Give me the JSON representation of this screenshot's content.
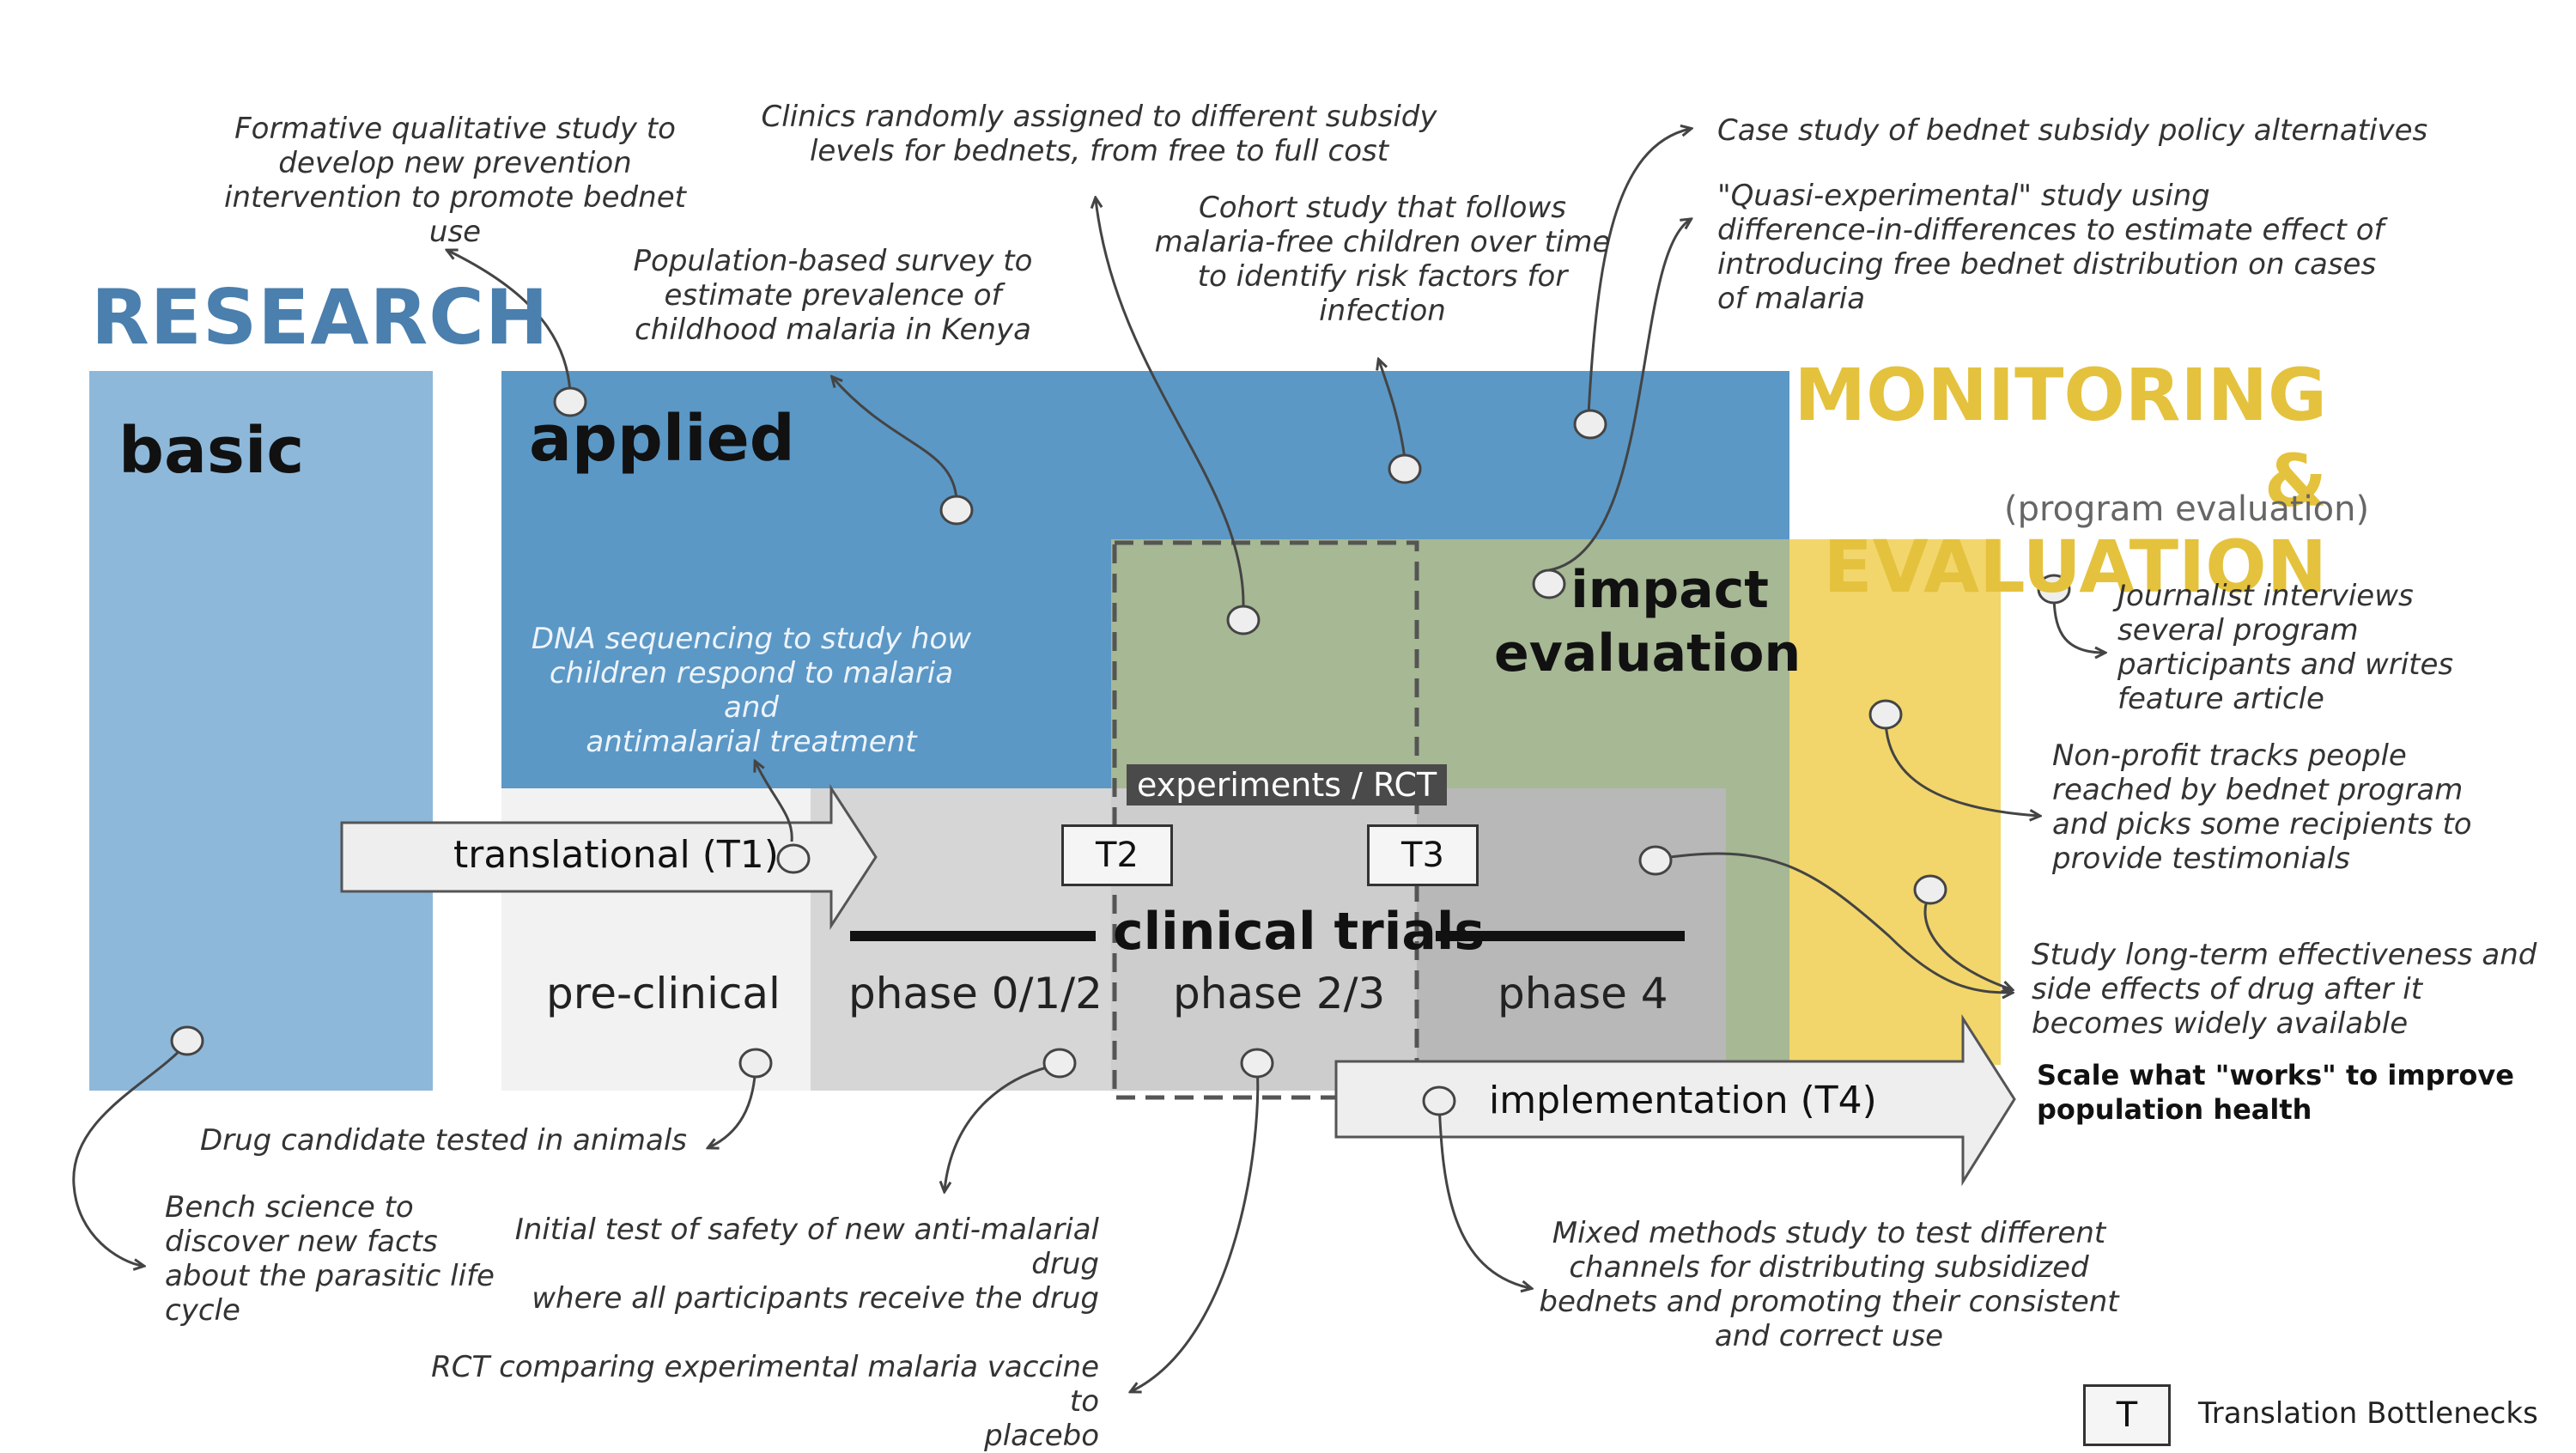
{
  "headings": {
    "research": "RESEARCH",
    "me_line1": "MONITORING",
    "me_line2": "& EVALUATION",
    "me_sub": "(program evaluation)"
  },
  "regions": {
    "basic": "basic",
    "applied": "applied",
    "impact_line1": "impact",
    "impact_line2": "evaluation",
    "clinical_trials": "clinical trials",
    "experiments": "experiments / RCT"
  },
  "phases": {
    "preclinical": "pre-clinical",
    "p012": "phase 0/1/2",
    "p23": "phase 2/3",
    "p4": "phase 4"
  },
  "arrows": {
    "t1": "translational (T1)",
    "t4": "implementation (T4)"
  },
  "bottlenecks": {
    "t2": "T2",
    "t3": "T3"
  },
  "notes": {
    "formative": [
      "Formative qualitative study to",
      "develop new prevention",
      "intervention to promote bednet use"
    ],
    "population": [
      "Population-based survey to",
      "estimate prevalence of",
      "childhood malaria in Kenya"
    ],
    "clinics": [
      "Clinics randomly assigned to different subsidy",
      "levels for bednets, from free to full cost"
    ],
    "cohort": [
      "Cohort study that follows",
      "malaria-free children over time",
      "to identify risk factors for",
      "infection"
    ],
    "case_study": [
      "Case study of bednet subsidy policy alternatives"
    ],
    "quasi": [
      "\"Quasi-experimental\" study using",
      "difference-in-differences to estimate effect of",
      "introducing free bednet distribution on cases",
      "of malaria"
    ],
    "dna": [
      "DNA sequencing to study how",
      "children respond to malaria and",
      "antimalarial treatment"
    ],
    "journalist": [
      "Journalist interviews",
      "several program",
      "participants and writes",
      "feature article"
    ],
    "nonprofit": [
      "Non-profit tracks people",
      "reached by bednet program",
      "and picks some recipients to",
      "provide testimonials"
    ],
    "longterm": [
      "Study long-term effectiveness and",
      "side effects of drug after it",
      "becomes widely available"
    ],
    "drug_candidate": [
      "Drug candidate tested in animals"
    ],
    "bench": [
      "Bench science to",
      "discover new facts",
      "about the parasitic life",
      "cycle"
    ],
    "initial_test": [
      "Initial test of safety of new anti-malarial drug",
      "where all participants receive the drug"
    ],
    "rct_vaccine": [
      "RCT comparing experimental malaria vaccine to",
      "placebo"
    ],
    "mixed": [
      "Mixed methods study to test different",
      "channels for distributing subsidized",
      "bednets and promoting their consistent",
      "and correct use"
    ]
  },
  "scale_note": [
    "Scale what \"works\" to improve",
    "population health"
  ],
  "legend": {
    "symbol": "T",
    "label": "Translation Bottlenecks"
  },
  "colors": {
    "basic": "#8db8da",
    "applied": "#5b98c6",
    "impact": "#a6b894",
    "me": "#f2d66b",
    "preclinical": "#f2f2f2",
    "phase": "#d6d6d6",
    "phase4": "#b8b8b8",
    "research_text": "#4a7fae",
    "me_text": "#e4c23d"
  }
}
